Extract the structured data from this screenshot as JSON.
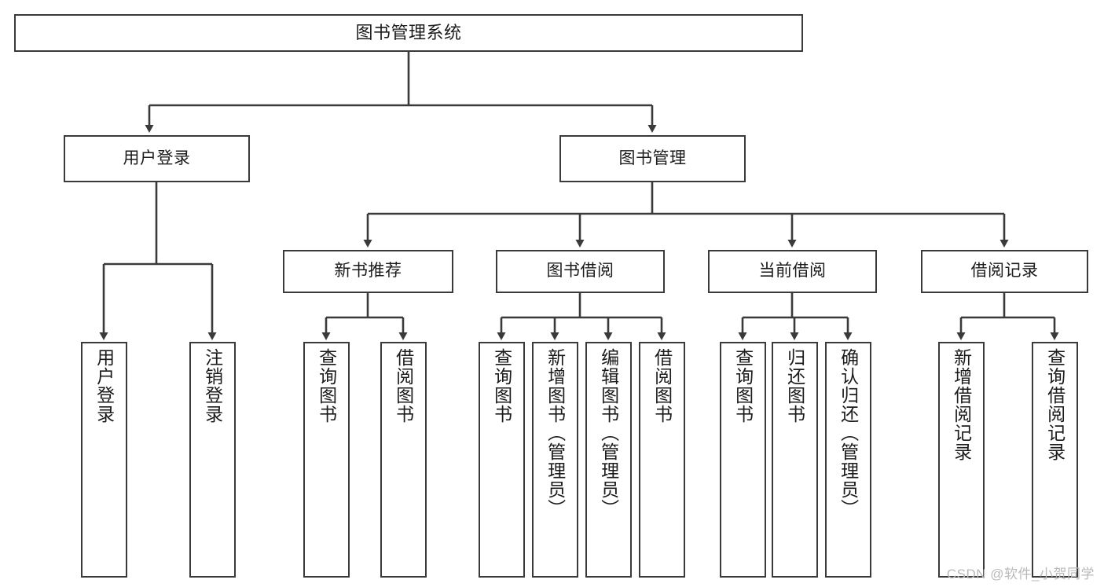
{
  "diagram": {
    "title": "图书管理系统",
    "type": "功能结构图",
    "stroke_color": "#3a3a3c",
    "background_color": "#ffffff",
    "text_color": "#1b1b1b",
    "watermark": "CSDN @软件_小贺同学"
  },
  "nodes": {
    "root": {
      "label": "图书管理系统"
    },
    "level2": [
      {
        "label": "用户登录"
      },
      {
        "label": "图书管理"
      }
    ],
    "level3": [
      {
        "label": "新书推荐"
      },
      {
        "label": "图书借阅"
      },
      {
        "label": "当前借阅"
      },
      {
        "label": "借阅记录"
      }
    ],
    "leaves": {
      "user_login": [
        {
          "label": "用户登录"
        },
        {
          "label": "注销登录"
        }
      ],
      "new_book_recommend": [
        {
          "label": "查询图书"
        },
        {
          "label": "借阅图书"
        }
      ],
      "book_borrow": [
        {
          "label": "查询图书"
        },
        {
          "label": "新增图书（管理员）"
        },
        {
          "label": "编辑图书（管理员）"
        },
        {
          "label": "借阅图书"
        }
      ],
      "current_borrow": [
        {
          "label": "查询图书"
        },
        {
          "label": "归还图书"
        },
        {
          "label": "确认归还（管理员）"
        }
      ],
      "borrow_record": [
        {
          "label": "新增借阅记录"
        },
        {
          "label": "查询借阅记录"
        }
      ]
    }
  }
}
